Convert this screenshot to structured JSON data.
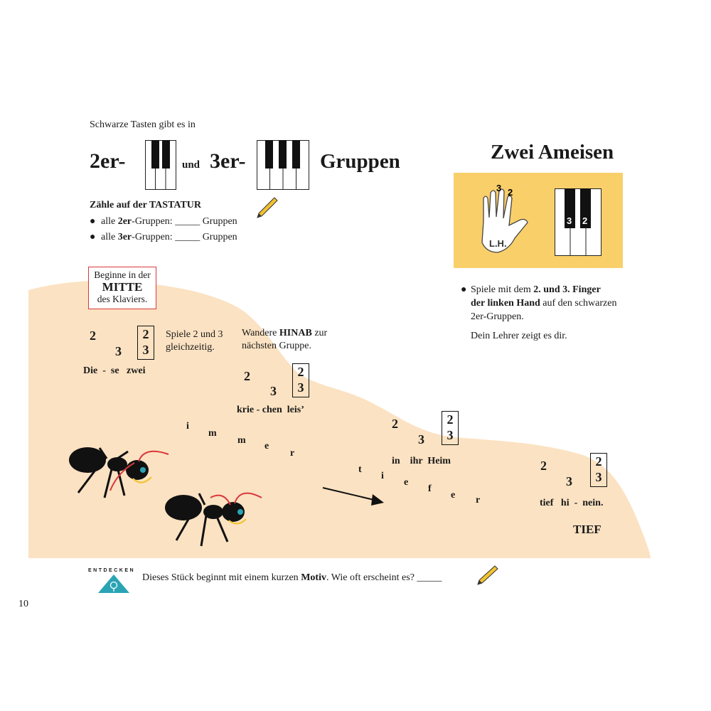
{
  "colors": {
    "hill": "#fbe2c2",
    "box": "#f9cf6a",
    "red": "#d9383b",
    "teal": "#2aa4b4"
  },
  "header": {
    "intro": "Schwarze Tasten gibt es in",
    "two": "2er-",
    "und": "und",
    "three": "3er-",
    "groups": "Gruppen"
  },
  "count": {
    "title": "Zähle auf der TASTATUR",
    "item1_pre": "alle ",
    "item1_bold": "2er",
    "item1_post": "-Gruppen: _____ Gruppen",
    "item2_pre": "alle ",
    "item2_bold": "3er",
    "item2_post": "-Gruppen: _____ Gruppen"
  },
  "piece": {
    "title": "Zwei Ameisen",
    "hand_label": "L.H.",
    "finger3": "3",
    "finger2": "2",
    "key3": "3",
    "key2": "2"
  },
  "instructions": {
    "line1_pre": "Spiele mit dem ",
    "line1_bold": "2. und 3. Finger",
    "line2_bold": "der linken Hand",
    "line2_post": " auf den schwarzen",
    "line3": "2er-Gruppen.",
    "teacher": "Dein Lehrer zeigt es dir."
  },
  "start_box": {
    "line1": "Beginne in der",
    "line2": "MITTE",
    "line3": "des Klaviers."
  },
  "notes": {
    "two": "2",
    "three": "3",
    "together": "Spiele 2 und 3",
    "together2": "gleichzeitig.",
    "down_pre": "Wandere ",
    "down_bold": "HINAB",
    "down_post": " zur",
    "down2": "nächsten Gruppe."
  },
  "lyrics": {
    "l1": "Die  -  se   zwei",
    "l2": "krie - chen  leis’",
    "l3": "in    ihr  Heim",
    "l4": "tief   hi  -  nein.",
    "immer": [
      "i",
      "m",
      "m",
      "e",
      "r"
    ],
    "tiefer": [
      "t",
      "i",
      "e",
      "f",
      "e",
      "r"
    ],
    "tief": "TIEF"
  },
  "discover": {
    "label": "ENTDECKEN",
    "pre": "Dieses Stück beginnt mit einem kurzen ",
    "bold": "Motiv",
    "post": ". Wie oft erscheint es? _____"
  },
  "page_number": "10"
}
